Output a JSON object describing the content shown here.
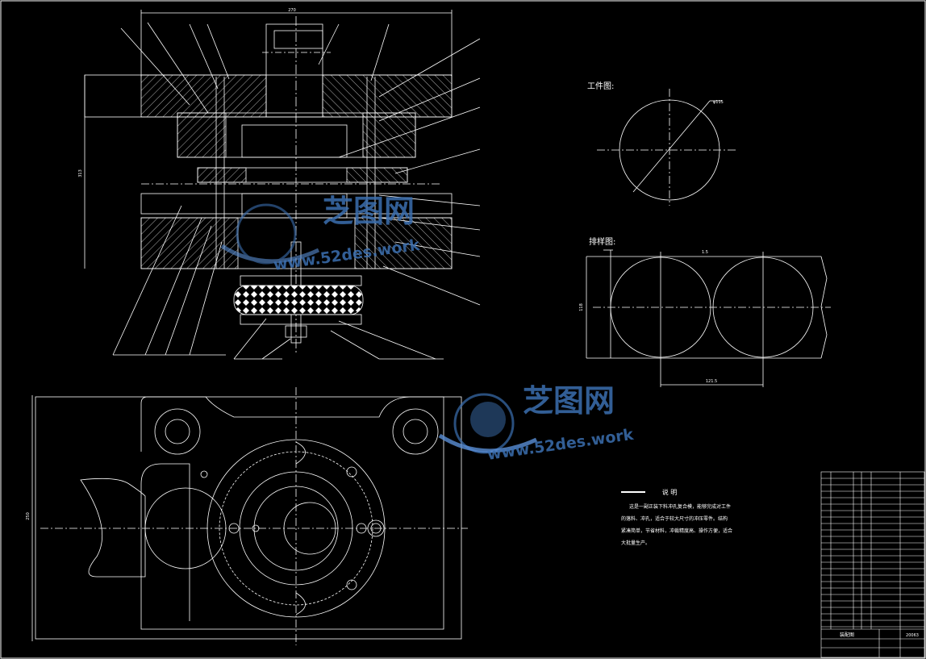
{
  "workpiece": {
    "title": "工件图:",
    "dimension": "φ115"
  },
  "layout": {
    "title": "排样图:",
    "dim_top": "1.5",
    "dim_left": "118",
    "dim_bottom": "121.5"
  },
  "main_dims": {
    "top": "270",
    "left": "313"
  },
  "plan_dims": {
    "left": "250"
  },
  "notes": {
    "heading": "说  明",
    "lines": [
      "这是一副正装下料冲孔复合模，能够完成对工件",
      "的落料、冲孔，适合于较大尺寸的冲压零件。结构",
      "紧凑简单，节省材料，冲裁精度高、操作方便，适合",
      "大批量生产。"
    ]
  },
  "title_block": {
    "name": "装配图",
    "code": "20063"
  },
  "watermark": {
    "brand": "芝图网",
    "url": "www.52des.work"
  },
  "colors": {
    "line": "#ffffff",
    "watermark": "#3b6fb0"
  }
}
